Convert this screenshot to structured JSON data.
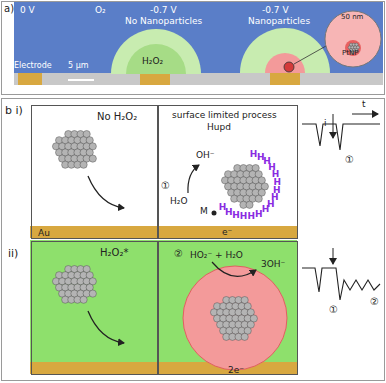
{
  "diagram": {
    "nodes": [
      {
        "text": [
          "a)"
        ]
      },
      {
        "text": [
          "H₂O₂"
        ],
        "in": 0
      },
      {
        "text": [
          "50 nm",
          "PtNP"
        ],
        "in": 0
      },
      {
        "text": [
          "b i)"
        ]
      },
      {
        "text": [
          "No H₂O₂",
          "Au"
        ],
        "in": 3
      },
      {
        "text": [
          "surface limited process",
          "Hupd"
        ],
        "in": 3
      },
      {
        "text": [
          "H₂O₂*"
        ],
        "in": 3
      },
      {
        "text": [
          "HO₂⁻ + H₂O",
          "3OH⁻",
          "2e⁻"
        ],
        "in": 3
      }
    ],
    "labels": [
      "0 V",
      "O₂",
      "-0.7 V",
      "No Nanoparticles",
      "-0.7 V",
      "Nanoparticles",
      "Electrode",
      "5 μm",
      "OH⁻",
      "H₂O",
      "M",
      "e⁻",
      "①",
      "①",
      "t",
      "i",
      "ii)",
      "②",
      "①",
      "②",
      "H",
      "H",
      "H",
      "H",
      "H",
      "H",
      "H",
      "H",
      "H",
      "H",
      "H",
      "H",
      "H",
      "H",
      "H",
      "H"
    ]
  }
}
